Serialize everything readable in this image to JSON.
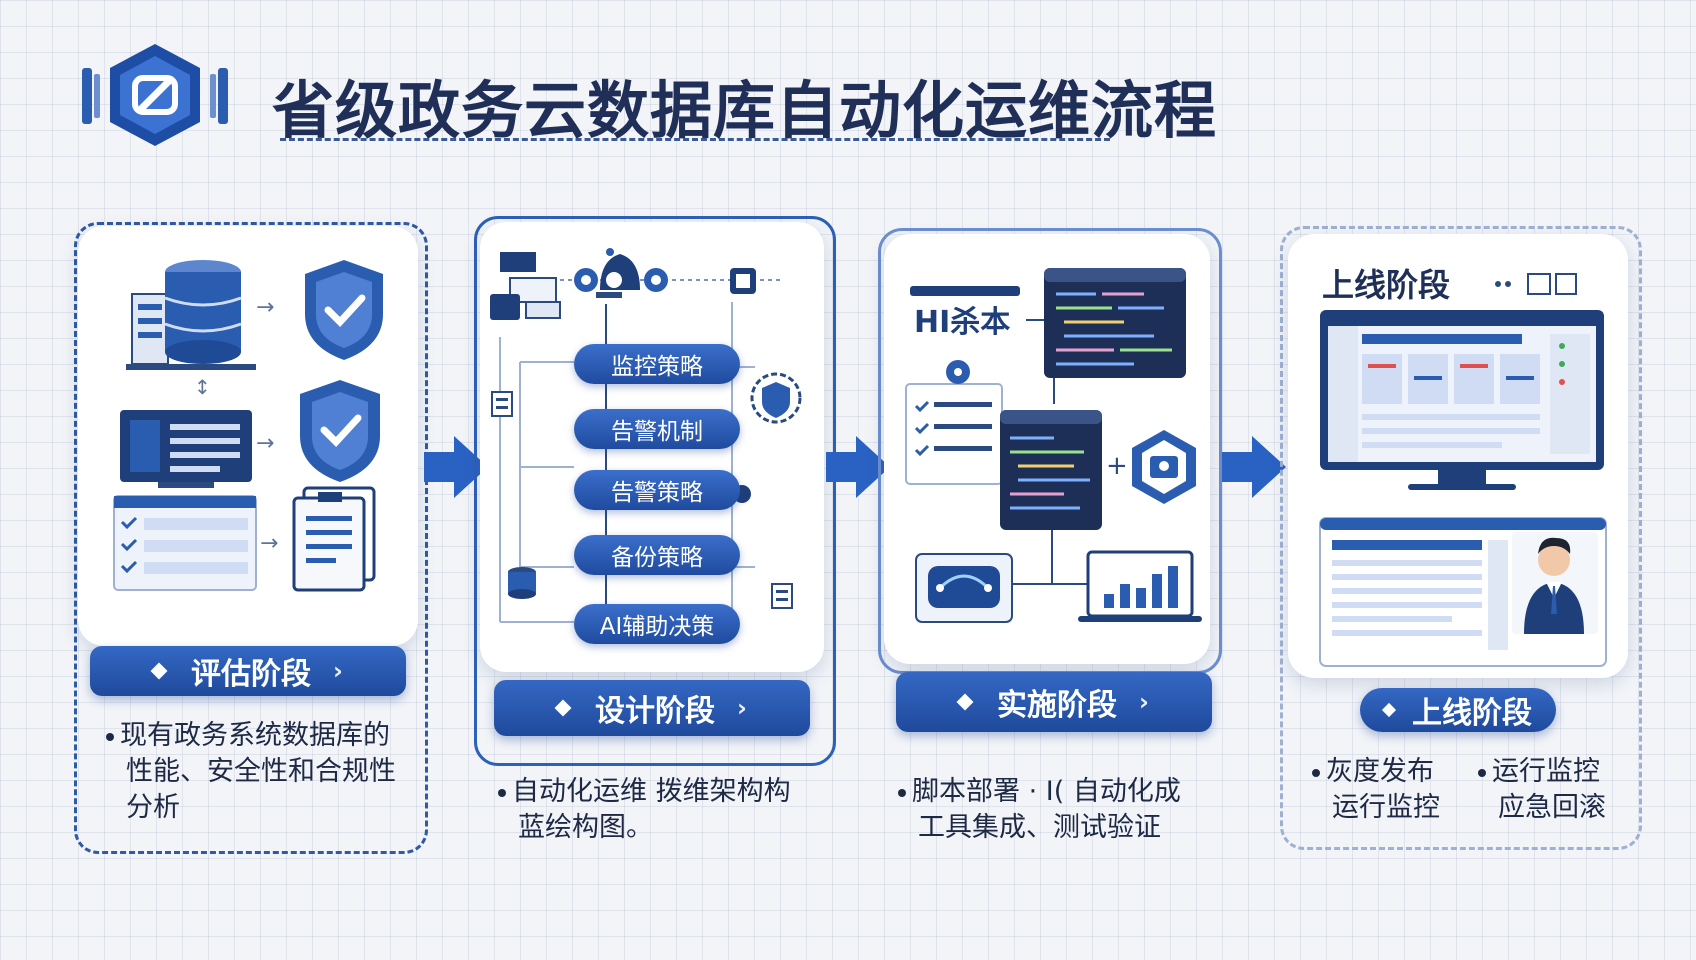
{
  "title": "省级政务云数据库自动化运维流程",
  "stages": [
    {
      "banner": "评估阶段",
      "description": [
        "现有政务系统数据库的",
        "性能、安全性和合规性",
        "分析"
      ]
    },
    {
      "banner": "设计阶段",
      "flow": [
        "监控策略",
        "告警机制",
        "告警策略",
        "备份策略",
        "AI辅助决策"
      ],
      "description": [
        "自动化运维 拨维架构构",
        "蓝绘构图。"
      ]
    },
    {
      "banner": "实施阶段",
      "script_label": "HI杀本",
      "description": [
        "脚本部署 · I( 自动化成",
        "工具集成、测试验证"
      ]
    },
    {
      "banner": "上线阶段",
      "header": "上线阶段",
      "items": [
        [
          "灰度发布",
          "运行监控"
        ],
        [
          "运行监控",
          "应急回滚"
        ]
      ]
    }
  ],
  "colors": {
    "primary": "#2a5cb0",
    "dark": "#1f2f57",
    "accent": "#3b6fcb"
  }
}
